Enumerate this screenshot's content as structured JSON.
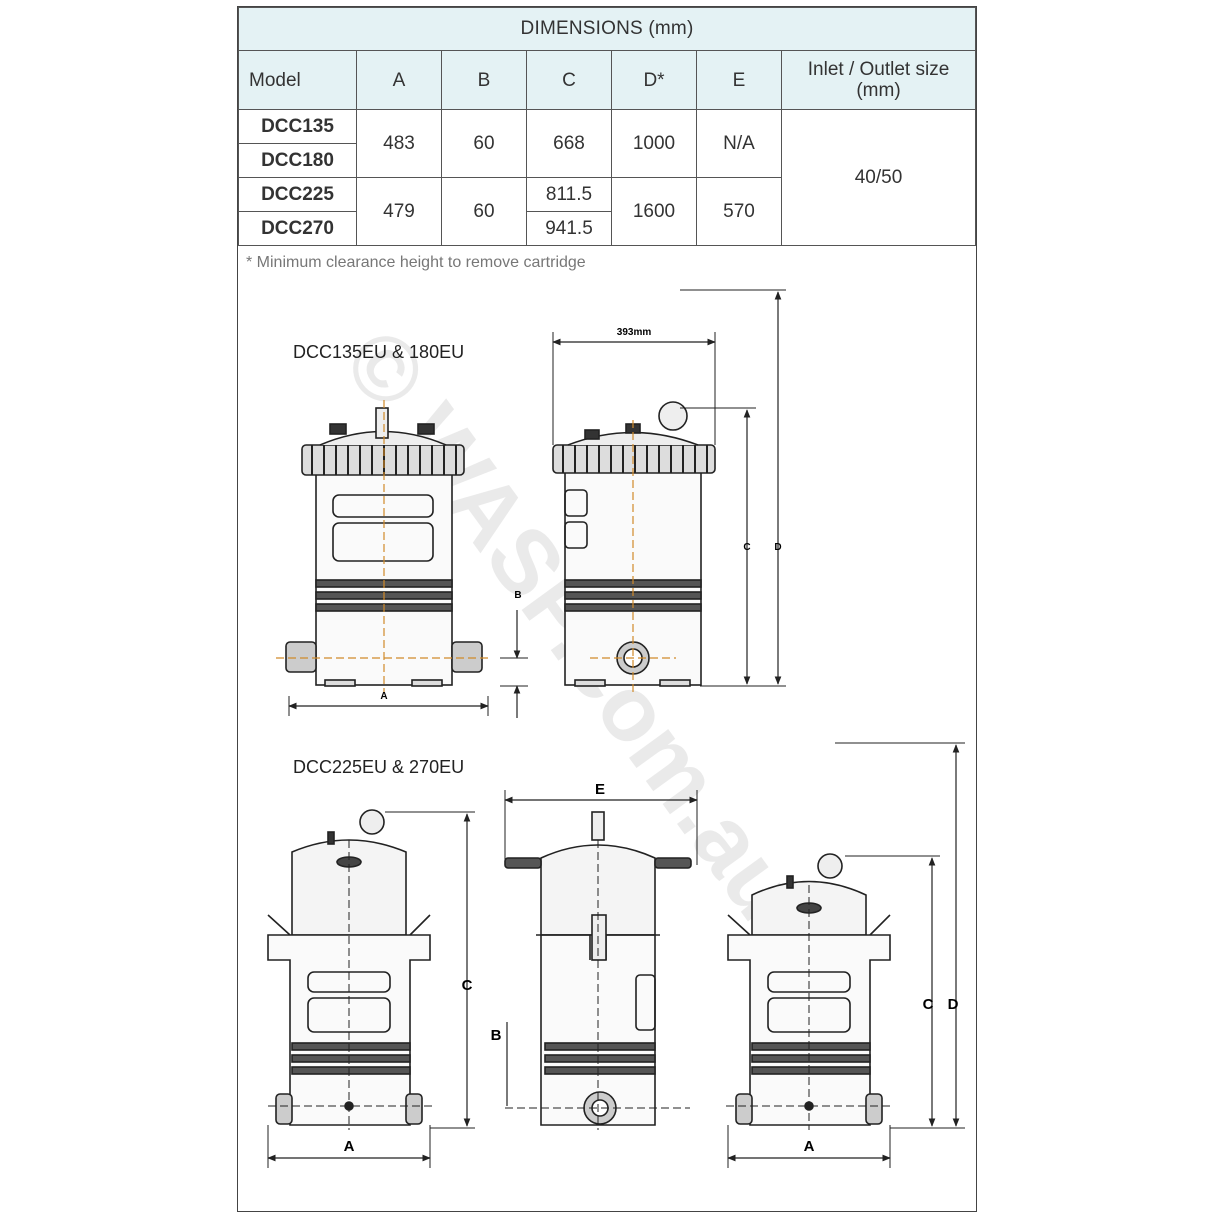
{
  "table": {
    "title": "DIMENSIONS (mm)",
    "headers": [
      "Model",
      "A",
      "B",
      "C",
      "D*",
      "E",
      "Inlet / Outlet size\n(mm)"
    ],
    "header_line1": "Inlet / Outlet size",
    "header_line2": "(mm)",
    "models": [
      "DCC135",
      "DCC180",
      "DCC225",
      "DCC270"
    ],
    "group1": {
      "A": "483",
      "B": "60",
      "C": "668",
      "D": "1000",
      "E": "N/A"
    },
    "group2": {
      "A": "479",
      "B": "60",
      "C1": "811.5",
      "C2": "941.5",
      "D": "1600",
      "E": "570"
    },
    "inlet_outlet": "40/50"
  },
  "footnote": "* Minimum clearance height to remove cartridge",
  "diagram_top": {
    "title": "DCC135EU & 180EU",
    "width_label": "393mm",
    "labels": {
      "A": "A",
      "B": "B",
      "C": "C",
      "D": "D"
    }
  },
  "diagram_bottom": {
    "title": "DCC225EU & 270EU",
    "labels": {
      "A1": "A",
      "B": "B",
      "C1": "C",
      "E": "E",
      "A2": "A",
      "C2": "C",
      "D": "D"
    }
  },
  "watermark": "© WASP.com.au",
  "colors": {
    "header_bg": "#e4f2f4",
    "border": "#555555",
    "centerline": "#d08a2a",
    "drawing": "#222222"
  }
}
